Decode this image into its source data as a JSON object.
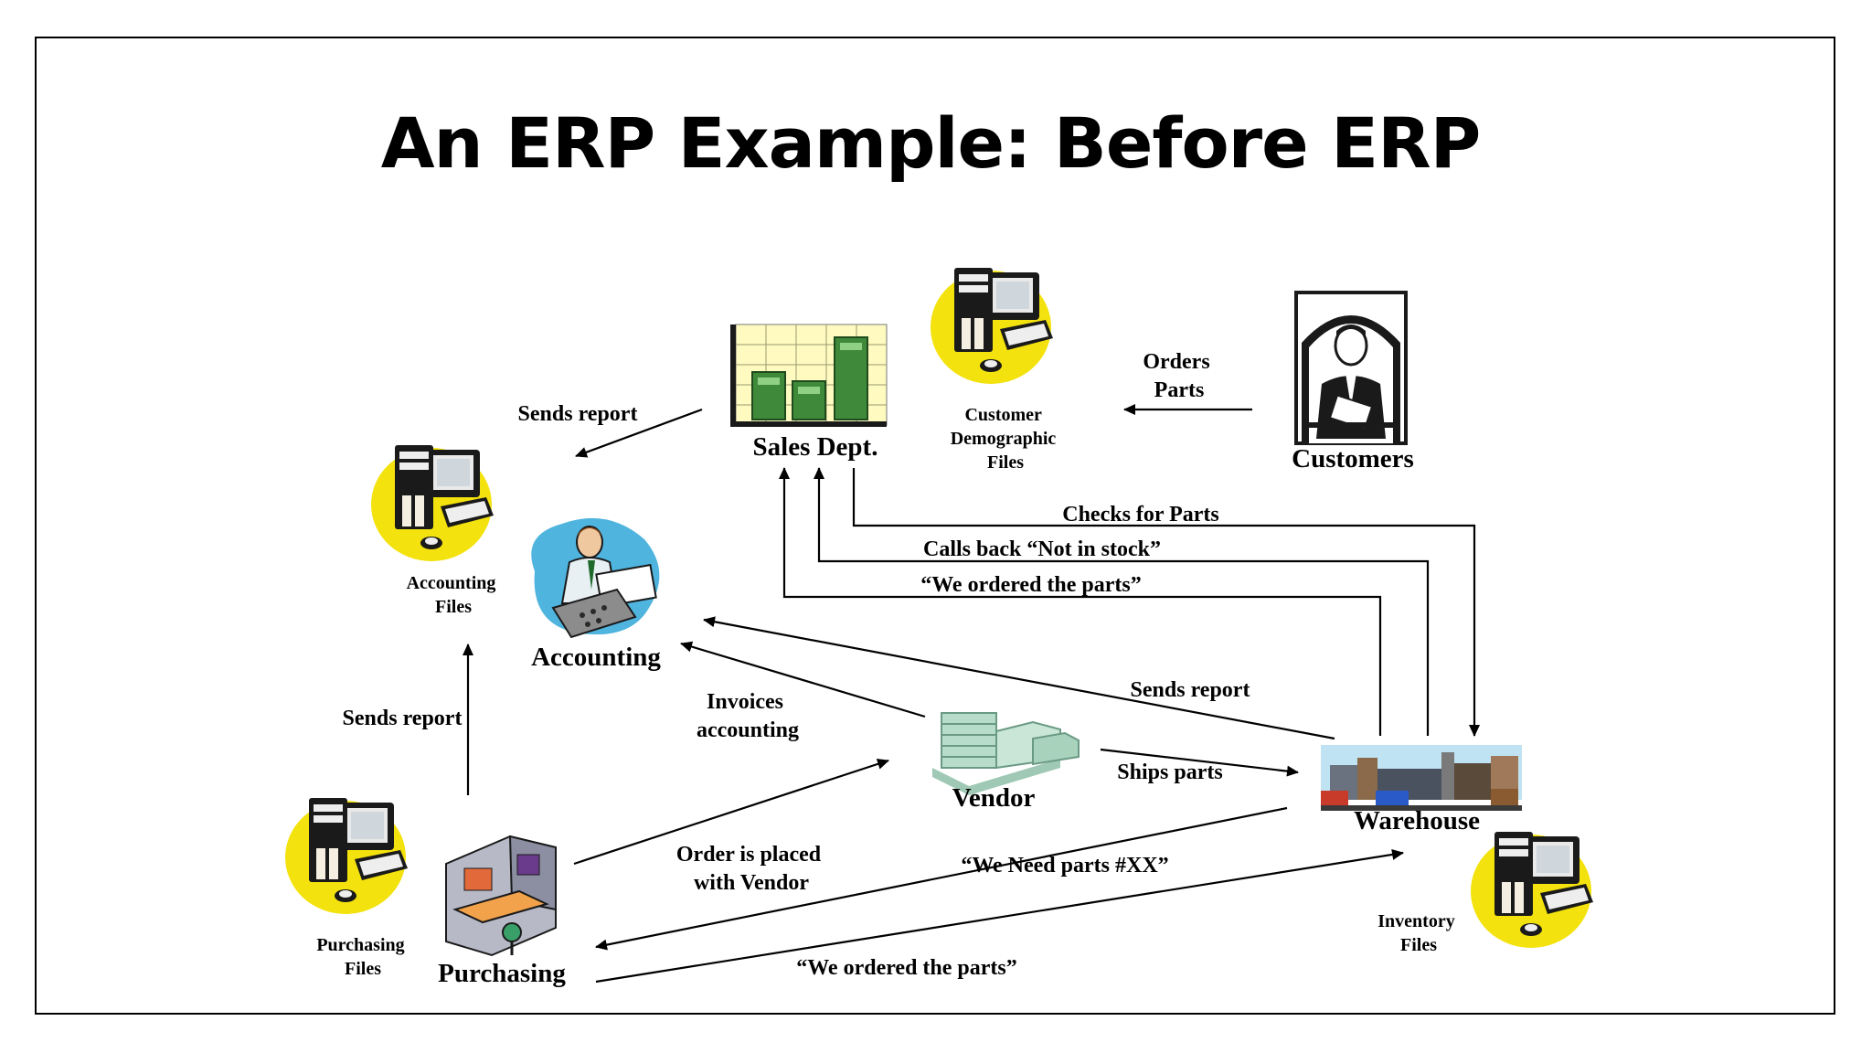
{
  "slide": {
    "title": "An ERP Example: Before ERP"
  },
  "nodes": {
    "sales": "Sales Dept.",
    "customers": "Customers",
    "accounting": "Accounting",
    "vendor": "Vendor",
    "warehouse": "Warehouse",
    "purchasing": "Purchasing"
  },
  "files": {
    "customer_demographic": [
      "Customer",
      "Demographic",
      "Files"
    ],
    "accounting": [
      "Accounting",
      "Files"
    ],
    "purchasing": [
      "Purchasing",
      "Files"
    ],
    "inventory": [
      "Inventory",
      "Files"
    ]
  },
  "edges": {
    "orders_parts": [
      "Orders",
      "Parts"
    ],
    "sales_sends_report": "Sends report",
    "checks_for_parts": "Checks for Parts",
    "calls_back": "Calls back  “Not in stock”",
    "we_ordered_sales": "“We ordered the parts”",
    "warehouse_sends_report": "Sends report",
    "invoices_accounting": [
      "Invoices",
      "accounting"
    ],
    "purchasing_sends_report": "Sends report",
    "ships_parts": "Ships parts",
    "order_placed": [
      "Order is placed",
      "with Vendor"
    ],
    "we_need_parts": "“We Need parts #XX”",
    "we_ordered_warehouse": "“We ordered the parts”"
  },
  "icons": {
    "sales": "sales-chart-icon",
    "customers": "customer-person-icon",
    "accounting": "accountant-icon",
    "vendor": "vendor-building-icon",
    "warehouse": "warehouse-city-icon",
    "purchasing": "purchasing-cubicle-icon",
    "computer": "computer-icon"
  },
  "colors": {
    "computer_yellow": "#f2e000",
    "chart_money": "#3f8a3a",
    "chart_bg": "#fffbc0",
    "accountant_blue": "#4fb4de"
  }
}
